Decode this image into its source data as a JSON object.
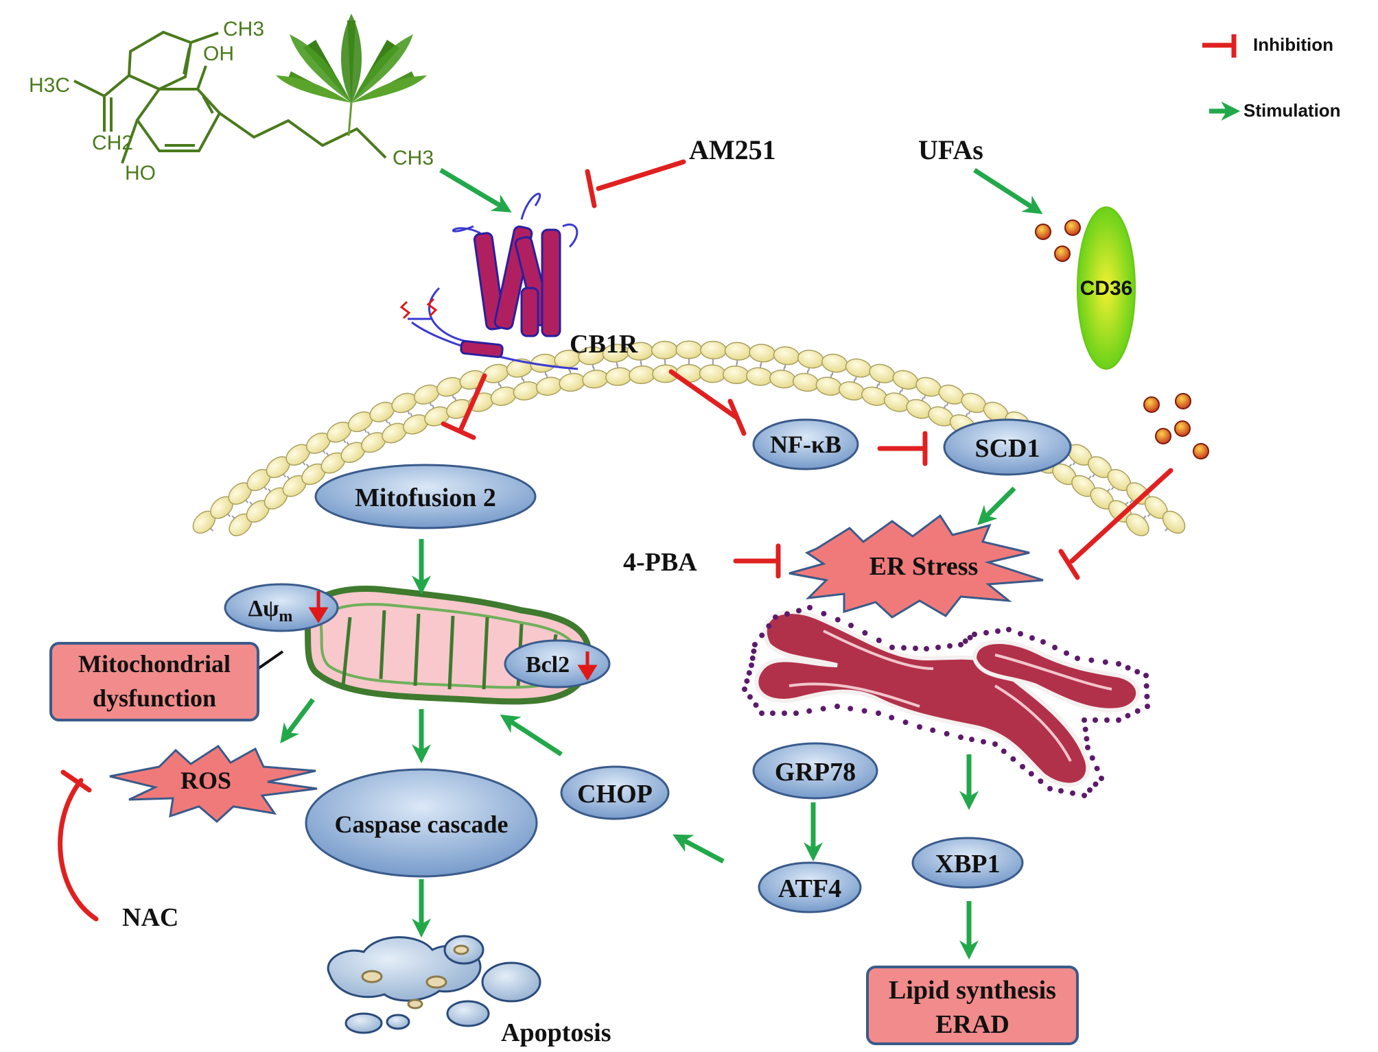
{
  "legend": {
    "inhibition": "Inhibition",
    "stimulation": "Stimulation",
    "inhibition_color": "#e02020",
    "stimulation_color": "#22a84a"
  },
  "molecule": {
    "atoms": [
      "CH3",
      "OH",
      "H3C",
      "CH2",
      "HO",
      "CH3"
    ],
    "color": "#4a7a1c",
    "leaf_icon": "cannabis-leaf-icon"
  },
  "nodes": {
    "am251": "AM251",
    "ufas": "UFAs",
    "cd36": "CD36",
    "cb1r": "CB1R",
    "nfkb": "NF-κB",
    "scd1": "SCD1",
    "mitofusion": "Mitofusion  2",
    "pba": "4-PBA",
    "er_stress": "ER Stress",
    "delta_psi": "Δψ",
    "delta_psi_sub": "m",
    "bcl2": "Bcl2",
    "mito_dysfunction_1": "Mitochondrial",
    "mito_dysfunction_2": "dysfunction",
    "ros": "ROS",
    "caspase": "Caspase cascade",
    "chop": "CHOP",
    "grp78": "GRP78",
    "atf4": "ATF4",
    "xbp1": "XBP1",
    "lipid_1": "Lipid  synthesis",
    "lipid_2": "ERAD",
    "nac": "NAC",
    "apoptosis": "Apoptosis"
  },
  "colors": {
    "node_fill": "#8fb0d8",
    "burst_fill": "#f07a7a",
    "box_fill": "#f28b8b",
    "membrane_head": "#f5ecb0",
    "er_fill": "#b2314a",
    "mito_fill": "#f8c8cc",
    "cd36_fill": "#9ee81e"
  }
}
